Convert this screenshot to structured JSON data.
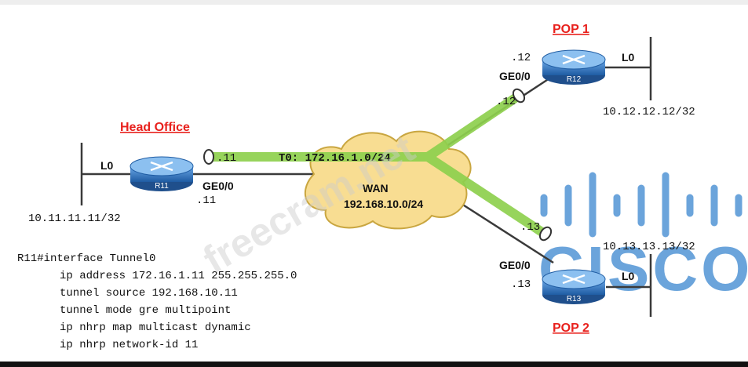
{
  "sites": {
    "head_office": "Head Office",
    "pop1": "POP 1",
    "pop2": "POP 2"
  },
  "routers": {
    "r11": "R11",
    "r12": "R12",
    "r13": "R13"
  },
  "loopbacks": {
    "r11_label": "L0",
    "r11_ip": "10.11.11.11/32",
    "r12_label": "L0",
    "r12_ip": "10.12.12.12/32",
    "r13_label": "L0",
    "r13_ip": "10.13.13.13/32"
  },
  "interfaces": {
    "r11_ge": "GE0/0",
    "r11_ge_host": ".11",
    "r11_tunnel_host": ".11",
    "r12_ge": "GE0/0",
    "r12_ge_host": ".12",
    "r12_tunnel_host": ".12",
    "r13_ge": "GE0/0",
    "r13_ge_host": ".13",
    "r13_tunnel_host": ".13"
  },
  "tunnel_label": "T0: 172.16.1.0/24",
  "wan": {
    "label": "WAN",
    "subnet": "192.168.10.0/24"
  },
  "config": [
    "R11#interface Tunnel0",
    "ip address 172.16.1.11 255.255.255.0",
    "tunnel source 192.168.10.11",
    "tunnel mode gre multipoint",
    "ip nhrp map multicast dynamic",
    "ip nhrp network-id 11"
  ],
  "watermarks": {
    "site": "freecram.net",
    "logo": "CISCO"
  },
  "colors": {
    "site_label": "#e8211d",
    "router_body": "#2f6fb5",
    "tunnel": "#8ed04e",
    "cloud": "#f8dd92",
    "logo": "#3a86d0"
  }
}
